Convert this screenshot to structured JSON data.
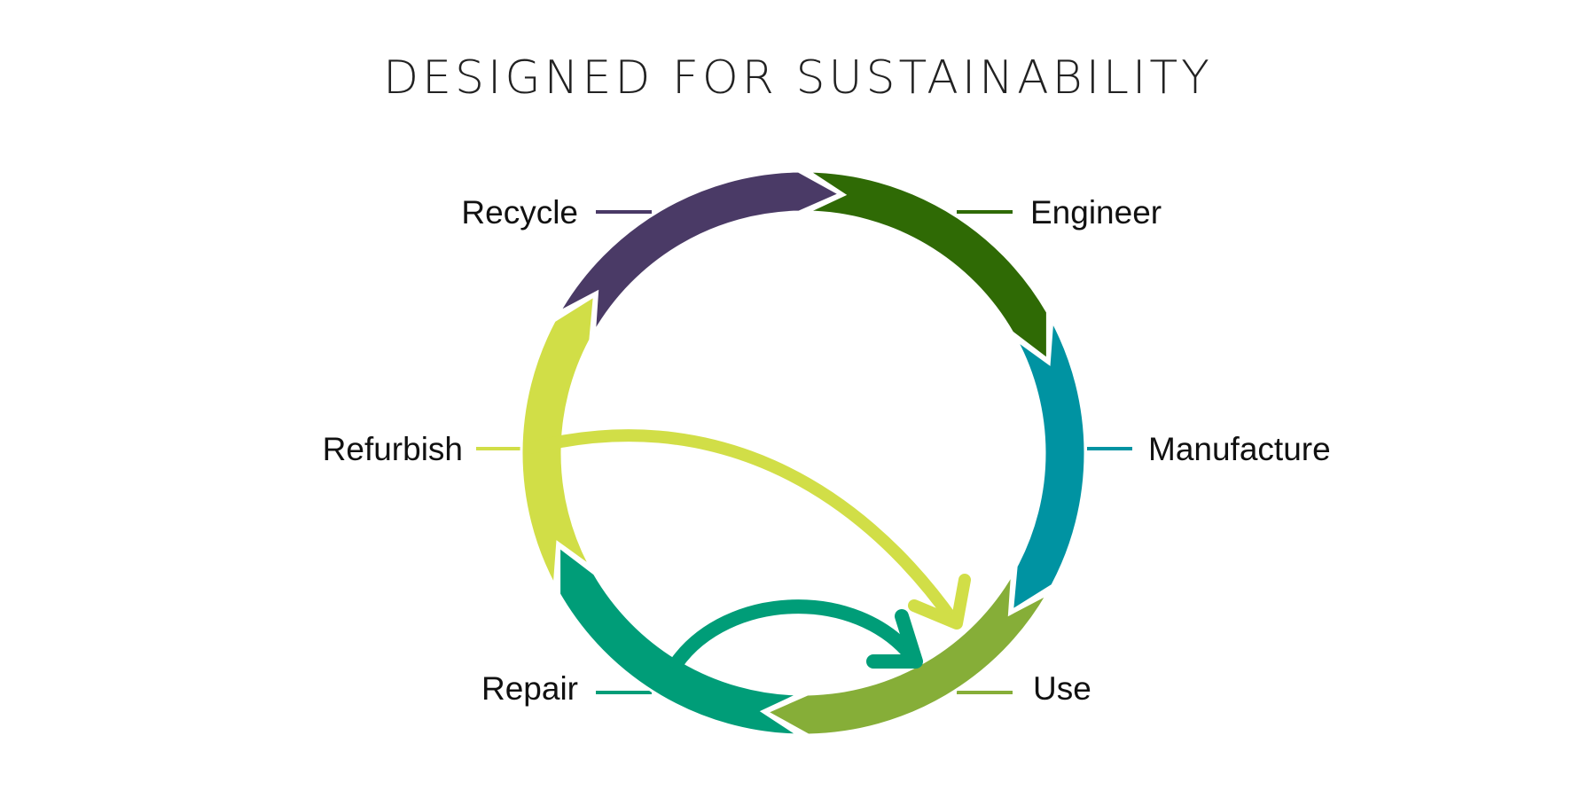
{
  "title": "DESIGNED FOR SUSTAINABILITY",
  "stages": [
    {
      "label": "Engineer",
      "color": "#2f6a05"
    },
    {
      "label": "Manufacture",
      "color": "#0093a2"
    },
    {
      "label": "Use",
      "color": "#86ae38"
    },
    {
      "label": "Repair",
      "color": "#009d78"
    },
    {
      "label": "Refurbish",
      "color": "#d1de47"
    },
    {
      "label": "Recycle",
      "color": "#4a3a66"
    }
  ],
  "shortcuts": [
    {
      "from": "Refurbish",
      "to": "Use",
      "color": "#d1de47"
    },
    {
      "from": "Repair",
      "to": "Use",
      "color": "#009d78"
    }
  ]
}
